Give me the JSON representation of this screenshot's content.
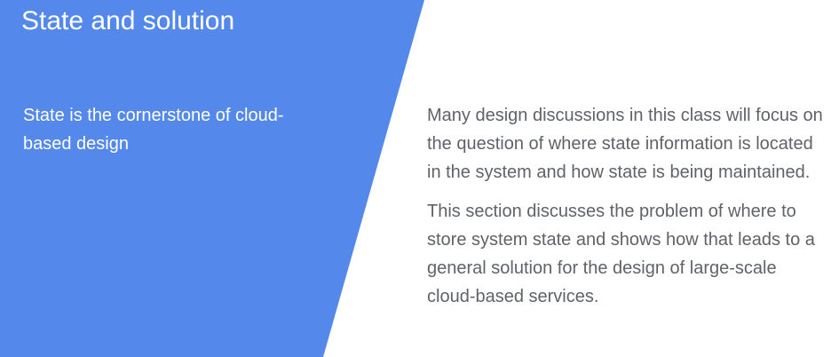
{
  "slide": {
    "title": "State and solution",
    "left_text": "State is the cornerstone of cloud-based design",
    "paragraphs": [
      "Many design discussions in this class will focus on the question of where state information is located in the system and how state is being maintained.",
      "This section discusses the problem of where to store system state and shows how that leads to a general solution for the design of large-scale cloud-based services."
    ]
  },
  "colors": {
    "accent": "#5488ea",
    "title_text": "#ffffff",
    "body_text": "#5f6368",
    "background": "#ffffff"
  }
}
